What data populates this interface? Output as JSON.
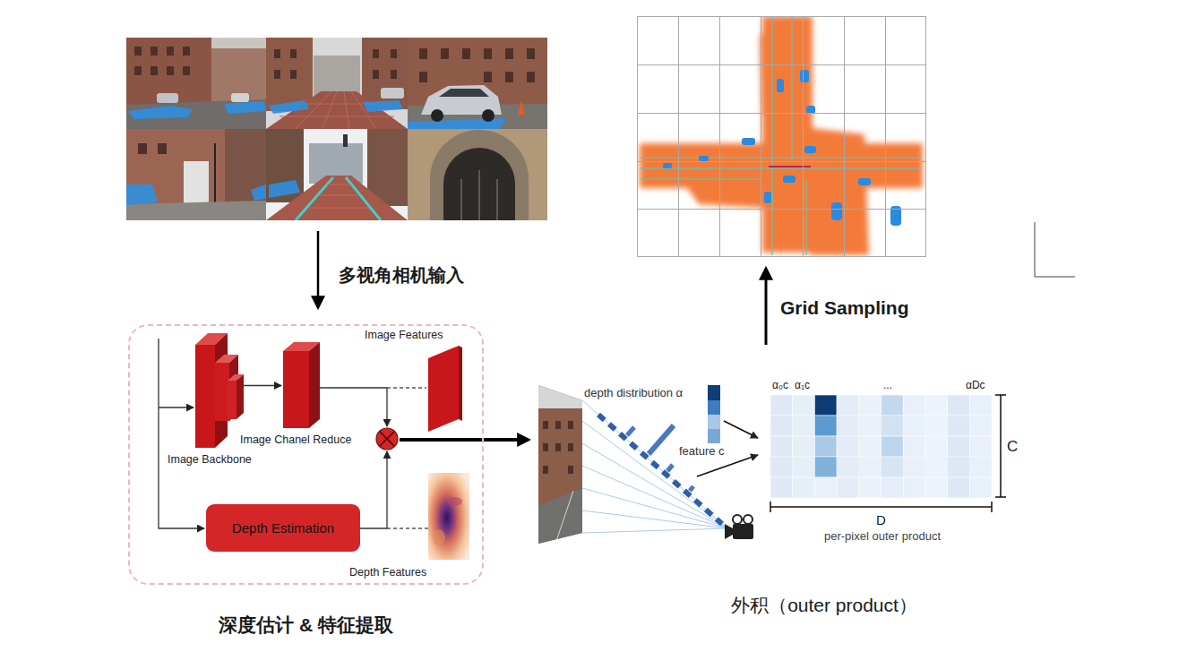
{
  "diagram": {
    "nodes": [
      {
        "text": [
          "深度估计 & 特征提取"
        ]
      },
      {
        "text": [
          "Image Backbone"
        ],
        "in": 0
      },
      {
        "text": [
          "Image Chanel Reduce"
        ],
        "in": 0
      },
      {
        "text": [
          "Image Features"
        ],
        "in": 0
      },
      {
        "text": [
          "Depth Estimation"
        ],
        "in": 0
      },
      {
        "text": [
          "Depth Features"
        ],
        "in": 0
      }
    ],
    "edges": [
      {
        "from": 1,
        "to": 2,
        "arrow": "to"
      }
    ],
    "labels": [
      "多视角相机输入",
      "depth distribution α",
      "feature c",
      "α₀c",
      "α₁c",
      "...",
      "αDc",
      "C",
      "D",
      "per-pixel outer product",
      "外积（outer product）",
      "Grid Sampling"
    ]
  }
}
